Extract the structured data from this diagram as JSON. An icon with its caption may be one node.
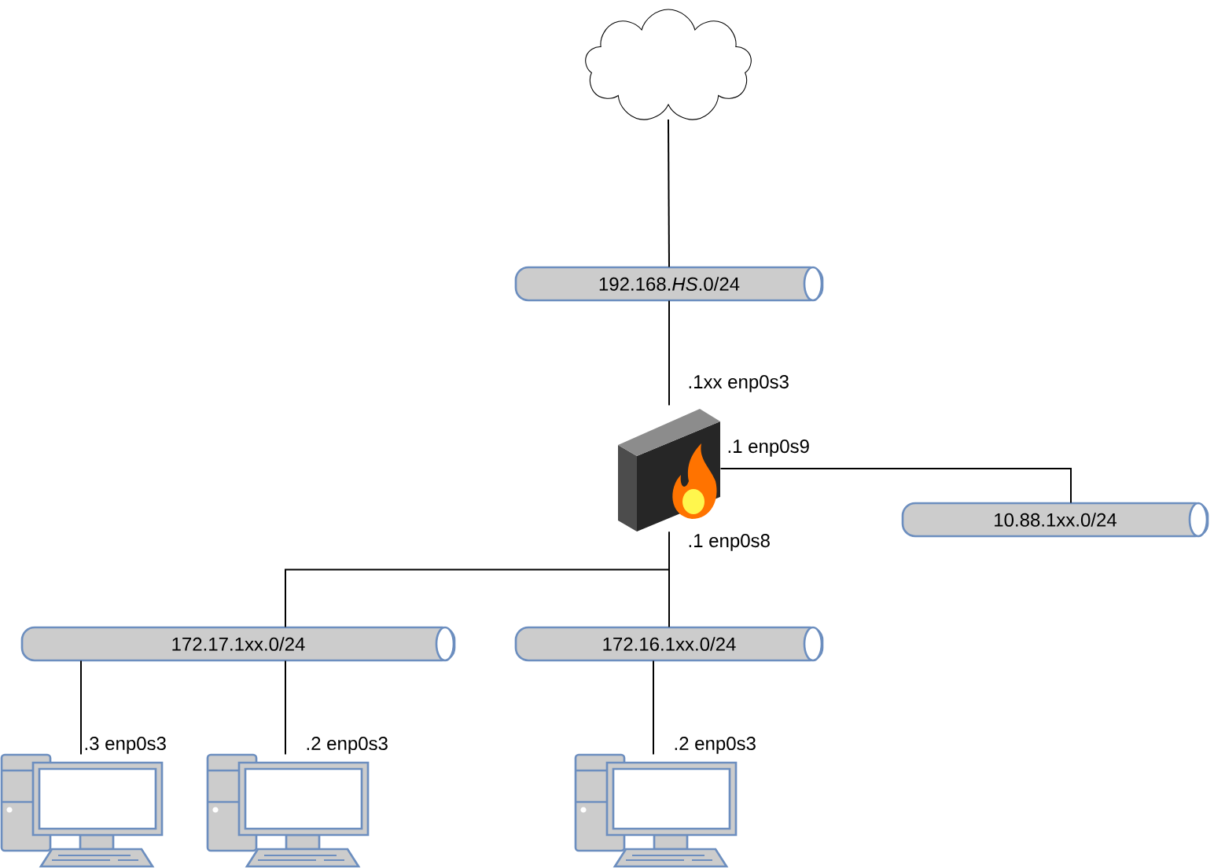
{
  "diagram": {
    "nodes": [
      {
        "text": [],
        "shape": "cloud"
      },
      {
        "text": [
          "192.168.*HS*.0/24"
        ]
      },
      {
        "text": [],
        "shape": "picture",
        "beside": [
          ".1xx enp0s3",
          ".1 enp0s9",
          ".1 enp0s8"
        ]
      },
      {
        "text": [
          "10.88.1xx.0/24"
        ]
      },
      {
        "text": [
          "172.17.1xx.0/24"
        ]
      },
      {
        "text": [
          "172.16.1xx.0/24"
        ]
      },
      {
        "text": [],
        "shape": "picture",
        "beside": [
          ".3 enp0s3"
        ]
      },
      {
        "text": [],
        "shape": "picture",
        "beside": [
          ".2 enp0s3"
        ]
      },
      {
        "text": [],
        "shape": "picture",
        "beside": [
          ".2 enp0s3"
        ]
      }
    ],
    "edges": [
      {
        "from": 0,
        "to": 1,
        "arrow": "none"
      },
      {
        "from": 1,
        "to": 2,
        "arrow": "none"
      },
      {
        "from": 2,
        "to": 3,
        "arrow": "none"
      },
      {
        "from": 2,
        "to": 4,
        "arrow": "none"
      },
      {
        "from": 2,
        "to": 5,
        "arrow": "none"
      },
      {
        "from": 4,
        "to": 6,
        "arrow": "none"
      },
      {
        "from": 4,
        "to": 7,
        "arrow": "none"
      },
      {
        "from": 5,
        "to": 8,
        "arrow": "none"
      }
    ]
  }
}
